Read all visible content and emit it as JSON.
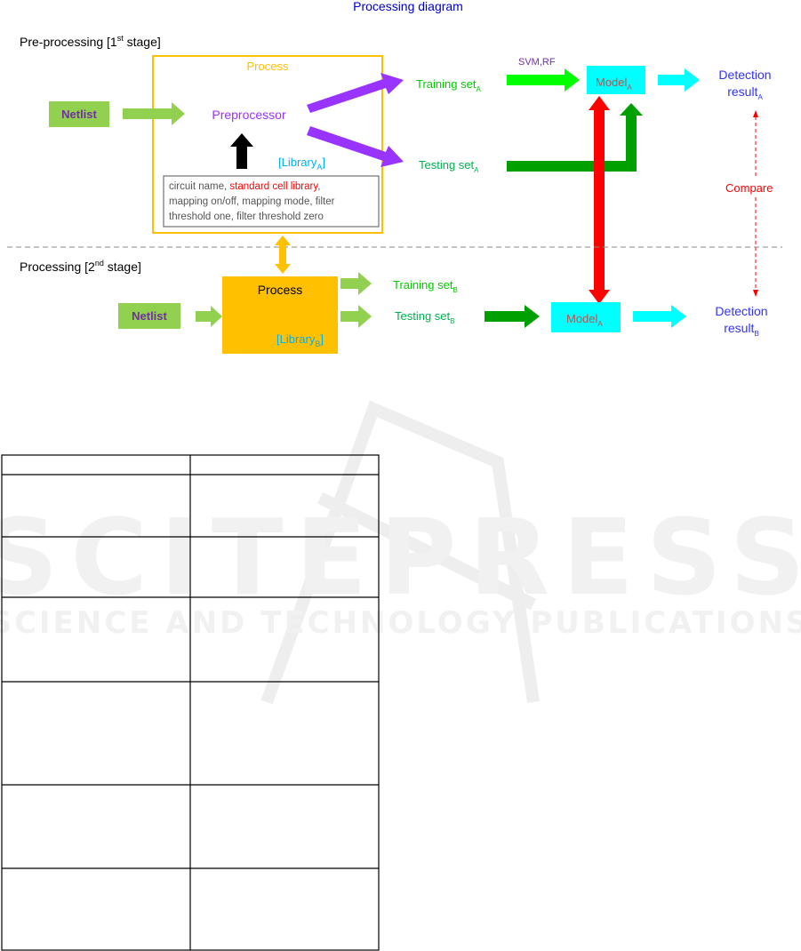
{
  "diagram": {
    "title": "Processing diagram",
    "stage1_label": "Pre-processing [1",
    "stage1_sup": "st",
    "stage1_tail": " stage]",
    "stage2_label": "Processing [2",
    "stage2_sup": "nd",
    "stage2_tail": " stage]",
    "netlist": "Netlist",
    "process_label": "Process",
    "preprocessor": "Preprocessor",
    "library_main": "[Library",
    "library_a_sub": "A",
    "library_b_sub": "B",
    "library_close": "]",
    "params_line1_a": "circuit name, ",
    "params_line1_red": "standard cell library",
    "params_line1_b": ",",
    "params_line2": "mapping on/off, mapping mode, filter",
    "params_line3": "threshold one, filter threshold zero",
    "training_set": "Training set",
    "testing_set": "Testing set",
    "svm_rf": "SVM,RF",
    "model": "Model",
    "detection": "Detection",
    "result": "result",
    "compare": "Compare",
    "sub_a": "A",
    "sub_b": "B"
  },
  "watermark": {
    "brand": "SCITEPRESS",
    "tagline": "SCIENCE AND TECHNOLOGY PUBLICATIONS"
  },
  "table": {
    "rows": [
      [
        "",
        ""
      ],
      [
        "",
        ""
      ],
      [
        "",
        ""
      ],
      [
        "",
        ""
      ],
      [
        "",
        ""
      ],
      [
        "",
        ""
      ],
      [
        "",
        ""
      ]
    ]
  },
  "colors": {
    "netlist": "#92d050",
    "purple": "#9933ff",
    "green": "#00b050",
    "dark_green": "#00a000",
    "light_green": "#00ff00",
    "cyan": "#00ffff",
    "orange": "#ffc000",
    "blue": "#3333ff",
    "red": "#ff0000",
    "library": "#00b0f0"
  }
}
